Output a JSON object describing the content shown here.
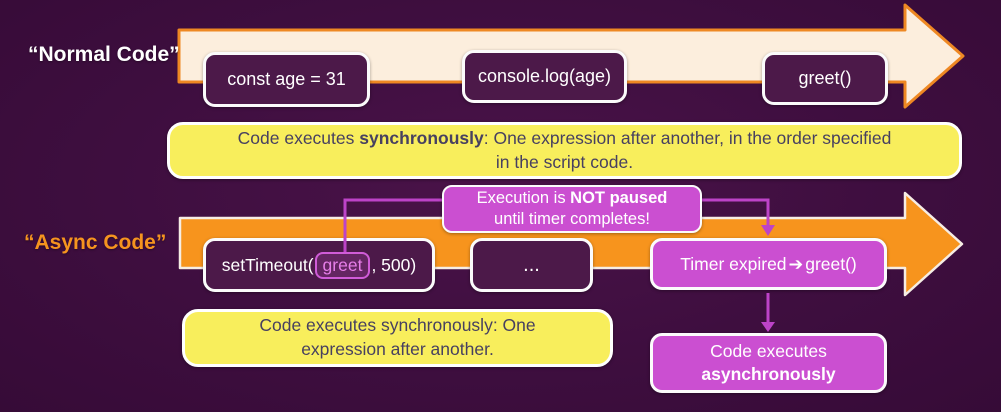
{
  "diagram": {
    "normal": {
      "label": "“Normal Code”",
      "steps": [
        "const age = 31",
        "console.log(age)",
        "greet()"
      ],
      "caption": {
        "pre": "Code executes ",
        "bold": "synchronously",
        "post": ": One expression after another, in the order specified",
        "line2": "in the script code."
      }
    },
    "async": {
      "label": "“Async Code”",
      "set_timeout": {
        "prefix": "setTimeout(",
        "highlight": "greet",
        "suffix": ", 500)"
      },
      "dots": "...",
      "timer": {
        "pre": "Timer expired ",
        "arrow_icon": "➔",
        "post": " greet()"
      },
      "note": {
        "line1_pre": "Execution is ",
        "line1_bold": "NOT paused",
        "line2": "until timer completes!"
      },
      "caption": {
        "line1": "Code executes synchronously: One",
        "line2": "expression after another."
      },
      "result": {
        "line1": "Code executes",
        "line2_bold": "asynchronously"
      }
    },
    "colors": {
      "background": "#3e0e3f",
      "normal_arrow_fill": "#fceedd",
      "normal_arrow_border": "#ee8823",
      "async_arrow_fill": "#f7941d",
      "code_box_fill": "#4c1949",
      "yellow_box_fill": "#f8ee5c",
      "yellow_box_text": "#474060",
      "magenta_box_fill": "#cb4fd1",
      "connector_line": "#bd43c8",
      "async_label_text": "#f5941f",
      "greet_highlight": "#e77fe9"
    }
  }
}
